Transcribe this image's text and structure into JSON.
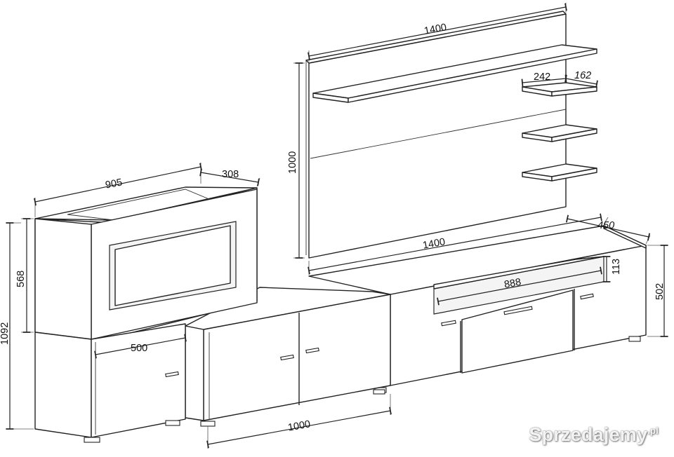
{
  "dimensions": {
    "panel_width": "1400",
    "panel_height": "1000",
    "shelf_width": "242",
    "shelf_depth": "162",
    "cabinet_width": "905",
    "cabinet_depth": "308",
    "cabinet_upper_height": "568",
    "cabinet_total_height": "1092",
    "cabinet_lower_width": "500",
    "tv_unit_width": "1400",
    "tv_unit_depth": "450",
    "tv_unit_height": "502",
    "open_shelf_width": "888",
    "open_shelf_height": "113",
    "low_unit_width": "1000"
  },
  "watermark": {
    "text": "Sprzedajemy",
    "suffix": ".pl"
  }
}
